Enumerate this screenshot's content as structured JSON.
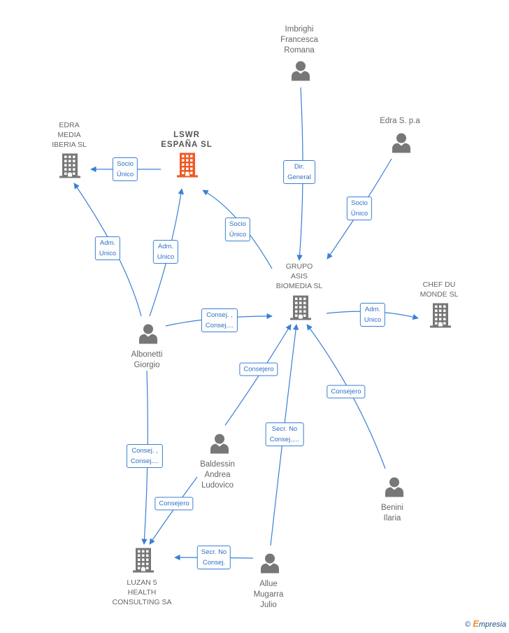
{
  "colors": {
    "edge": "#3a7fd5",
    "node_icon": "#777777",
    "highlight": "#f05a24"
  },
  "nodes": [
    {
      "id": "imbrighi",
      "type": "person",
      "label": "Imbrighi\nFrancesca\nRomana"
    },
    {
      "id": "edra_spa",
      "type": "person",
      "label": "Edra S. p.a"
    },
    {
      "id": "edra_media",
      "type": "company",
      "label": "EDRA\nMEDIA\nIBERIA  SL"
    },
    {
      "id": "lswr",
      "type": "company",
      "label": "LSWR\nESPAÑA  SL",
      "highlight": true
    },
    {
      "id": "grupo_asis",
      "type": "company",
      "label": "GRUPO\nASIS\nBIOMEDIA  SL"
    },
    {
      "id": "chef",
      "type": "company",
      "label": "CHEF DU\nMONDE SL"
    },
    {
      "id": "albonetti",
      "type": "person",
      "label": "Albonetti\nGiorgio"
    },
    {
      "id": "baldessin",
      "type": "person",
      "label": "Baldessin\nAndrea\nLudovico"
    },
    {
      "id": "benini",
      "type": "person",
      "label": "Benini\nIlaria"
    },
    {
      "id": "luzan",
      "type": "company",
      "label": "LUZAN 5\nHEALTH\nCONSULTING SA"
    },
    {
      "id": "allue",
      "type": "person",
      "label": "Allue\nMugarra\nJulio"
    }
  ],
  "edges": [
    {
      "from": "lswr",
      "to": "edra_media",
      "label": "Socio\nÚnico"
    },
    {
      "from": "albonetti",
      "to": "edra_media",
      "label": "Adm.\nUnico"
    },
    {
      "from": "albonetti",
      "to": "lswr",
      "label": "Adm.\nUnico"
    },
    {
      "from": "grupo_asis",
      "to": "lswr",
      "label": "Socio\nÚnico"
    },
    {
      "from": "imbrighi",
      "to": "grupo_asis",
      "label": "Dir.\nGeneral"
    },
    {
      "from": "edra_spa",
      "to": "grupo_asis",
      "label": "Socio\nÚnico"
    },
    {
      "from": "grupo_asis",
      "to": "chef",
      "label": "Adm.\nUnico"
    },
    {
      "from": "albonetti",
      "to": "grupo_asis",
      "label": "Consej. ,\nConsej...."
    },
    {
      "from": "baldessin",
      "to": "grupo_asis",
      "label": "Consejero"
    },
    {
      "from": "allue",
      "to": "grupo_asis",
      "label": "Secr.  No\nConsej.,..."
    },
    {
      "from": "benini",
      "to": "grupo_asis",
      "label": "Consejero"
    },
    {
      "from": "albonetti",
      "to": "luzan",
      "label": "Consej. ,\nConsej...."
    },
    {
      "from": "baldessin",
      "to": "luzan",
      "label": "Consejero"
    },
    {
      "from": "allue",
      "to": "luzan",
      "label": "Secr.  No\nConsej."
    }
  ],
  "brand": {
    "copyright": "©",
    "initial": "E",
    "rest": "mpresia"
  }
}
